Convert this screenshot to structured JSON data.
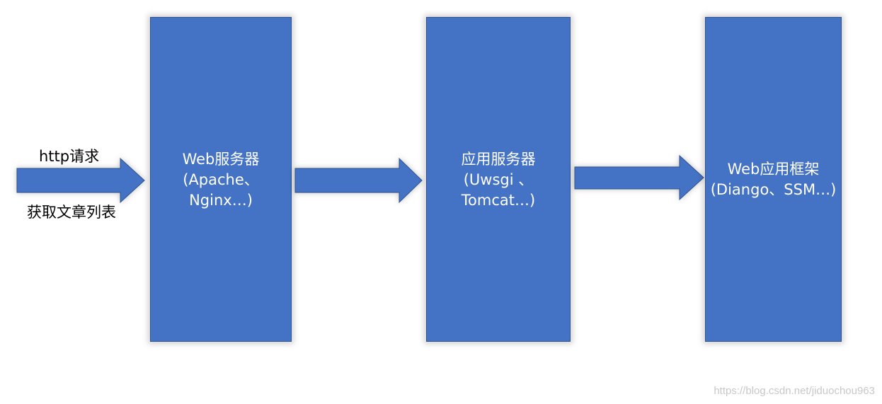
{
  "input": {
    "top_label": "http请求",
    "bottom_label": "获取文章列表"
  },
  "boxes": [
    {
      "title": "Web服务器",
      "detail": "(Apache、\nNginx…)"
    },
    {
      "title": "应用服务器",
      "detail": "(Uwsgi 、\nTomcat…)"
    },
    {
      "title": "Web应用框架",
      "detail": "(Diango、SSM…)"
    }
  ],
  "colors": {
    "box_fill": "#4472c4",
    "box_border": "#2f528f",
    "label": "#ffffff"
  },
  "watermark": "https://blog.csdn.net/jiduochou963"
}
